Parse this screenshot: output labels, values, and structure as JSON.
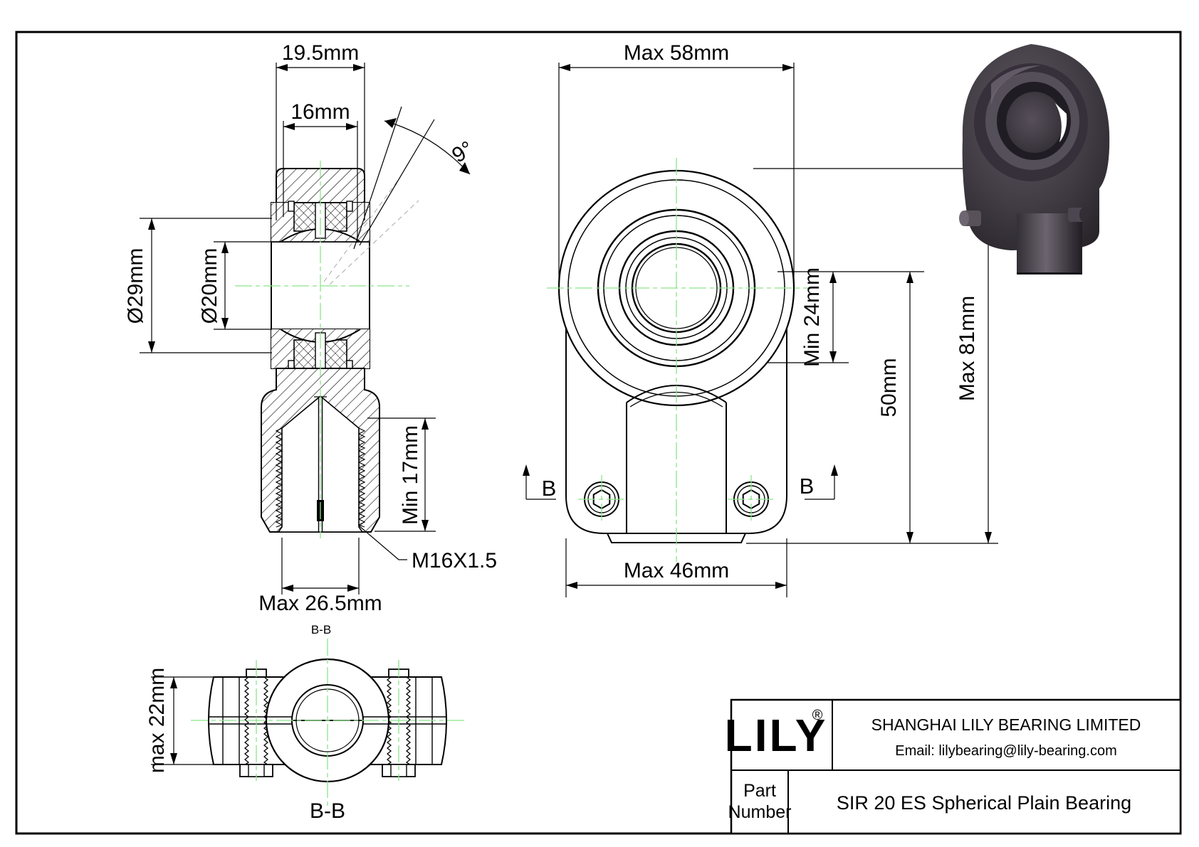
{
  "colors": {
    "line": "#000000",
    "centerline": "#8ae58a",
    "ghostline": "#aaaaaa",
    "render_dark": "#2a2529",
    "render_mid": "#4a4449",
    "render_light": "#6c6570"
  },
  "side_view": {
    "dim_ring_width": "19.5mm",
    "dim_ball_width": "16mm",
    "dim_tilt_angle": "9°",
    "dim_sphere_od": "Ø29mm",
    "dim_bore": "Ø20mm",
    "dim_thread_depth": "Min 17mm",
    "dim_thread_spec": "M16X1.5",
    "dim_shank_width": "Max 26.5mm",
    "section_ref": "B-B"
  },
  "front_view": {
    "dim_head_width": "Max 58mm",
    "dim_head_to_face": "Min 24mm",
    "dim_center_height": "50mm",
    "dim_total_height": "Max 81mm",
    "dim_body_width": "Max 46mm",
    "section_letter_left": "B",
    "section_letter_right": "B"
  },
  "section_view": {
    "dim_height": "max 22mm",
    "label": "B-B"
  },
  "title_block": {
    "logo": "LILY",
    "registered": "®",
    "company": "SHANGHAI LILY BEARING LIMITED",
    "email": "Email: lilybearing@lily-bearing.com",
    "part_label_line1": "Part",
    "part_label_line2": "Number",
    "part_name": "SIR 20 ES Spherical Plain Bearing"
  }
}
